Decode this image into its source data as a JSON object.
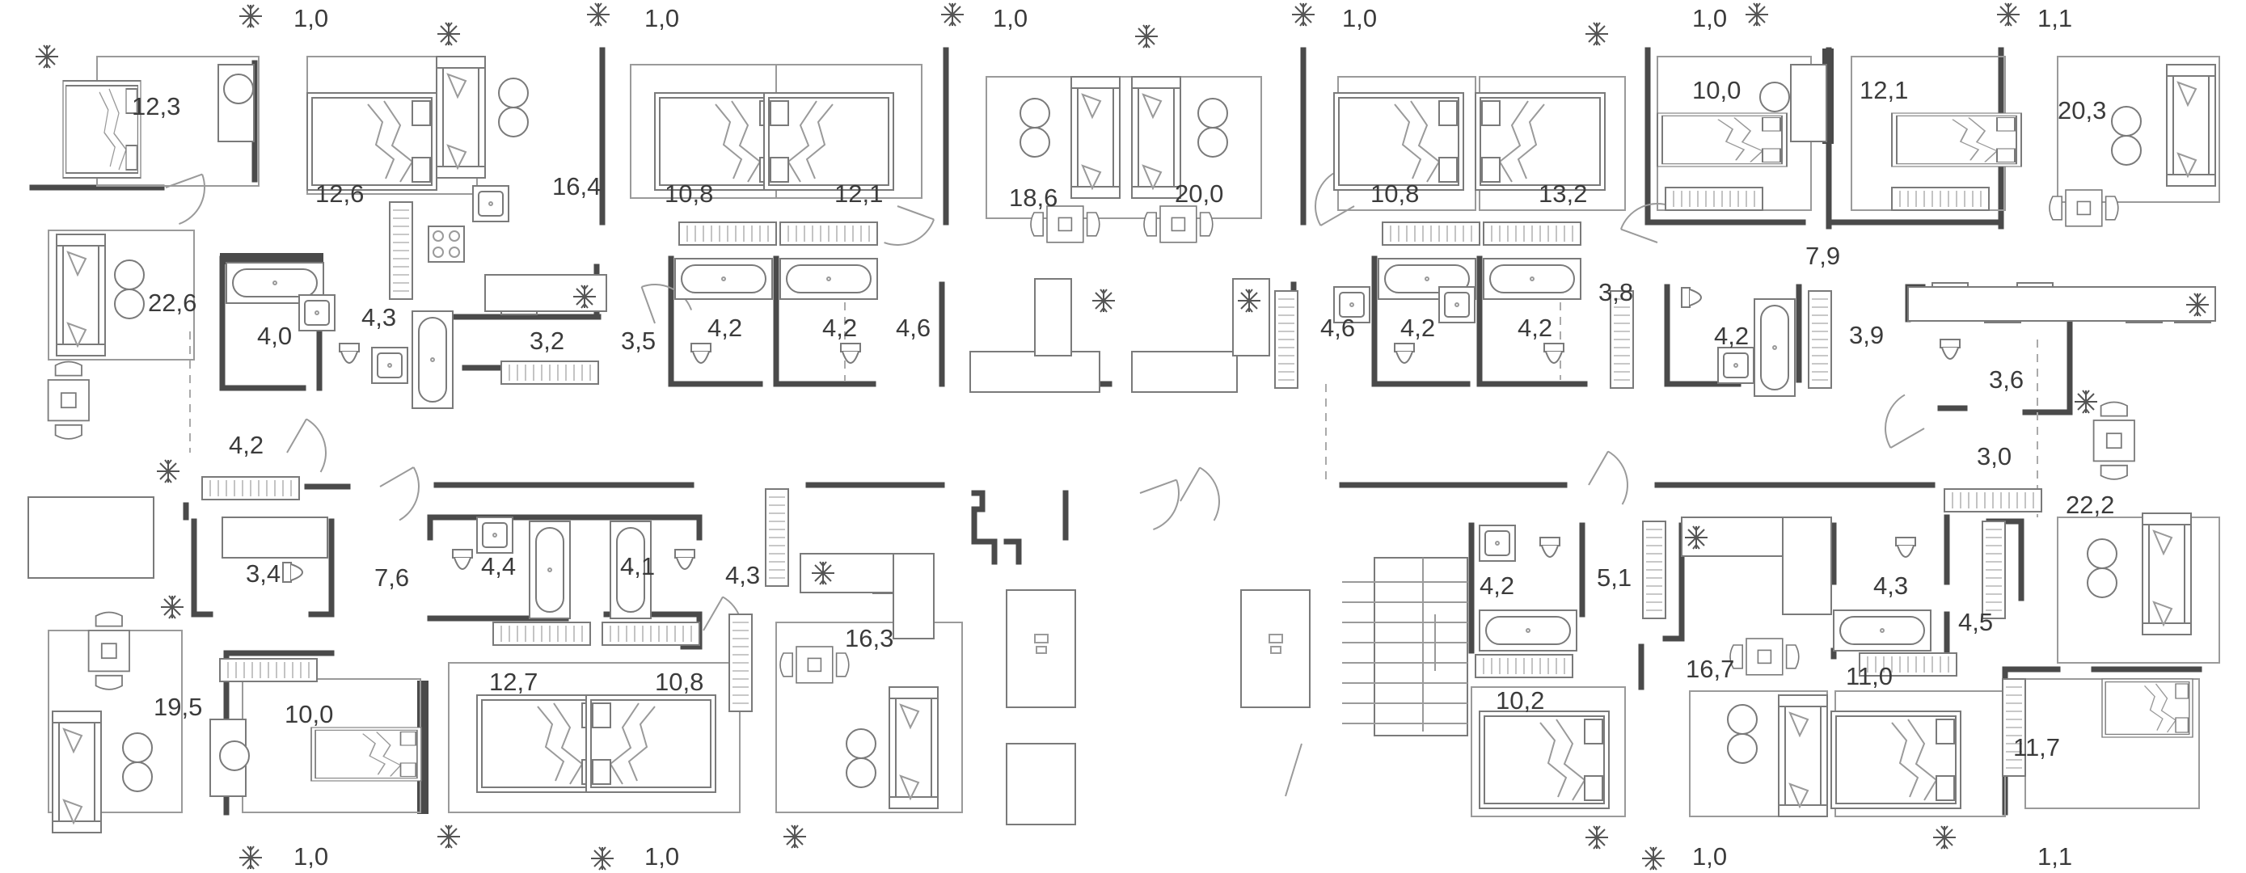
{
  "plan": {
    "area_labels": [
      "1,0",
      "1,0",
      "1,0",
      "1,0",
      "1,0",
      "1,1",
      "12,3",
      "12,6",
      "16,4",
      "10,8",
      "12,1",
      "18,6",
      "20,0",
      "10,8",
      "13,2",
      "10,0",
      "12,1",
      "20,3",
      "22,6",
      "4,0",
      "4,3",
      "3,2",
      "3,5",
      "4,2",
      "4,2",
      "4,6",
      "4,6",
      "4,2",
      "4,2",
      "3,8",
      "4,2",
      "7,9",
      "3,9",
      "3,6",
      "4,2",
      "3,0",
      "22,2",
      "7,6",
      "4,4",
      "4,1",
      "4,3",
      "3,4",
      "19,5",
      "10,0",
      "12,7",
      "10,8",
      "16,3",
      "4,2",
      "5,1",
      "10,2",
      "16,7",
      "4,3",
      "11,0",
      "4,5",
      "11,7",
      "1,0",
      "1,0",
      "1,0",
      "1,1"
    ],
    "icon_names": [
      "snowflake-icon",
      "bed-icon",
      "sofa-icon",
      "bathtub-icon",
      "toilet-icon",
      "sink-icon",
      "stove-icon",
      "dining-table-icon",
      "desk-icon",
      "staircase-icon",
      "wardrobe-icon"
    ]
  }
}
